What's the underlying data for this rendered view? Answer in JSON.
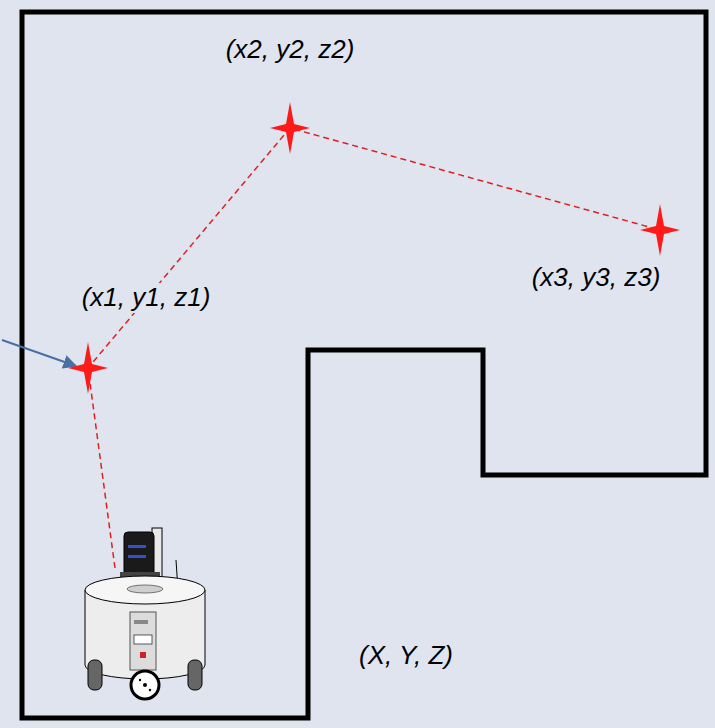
{
  "diagram": {
    "labels": [
      "(x2, y2, z2)",
      "(x3, y3, z3)",
      "(x1, y1, z1)",
      "(X, Y, Z)"
    ]
  }
}
